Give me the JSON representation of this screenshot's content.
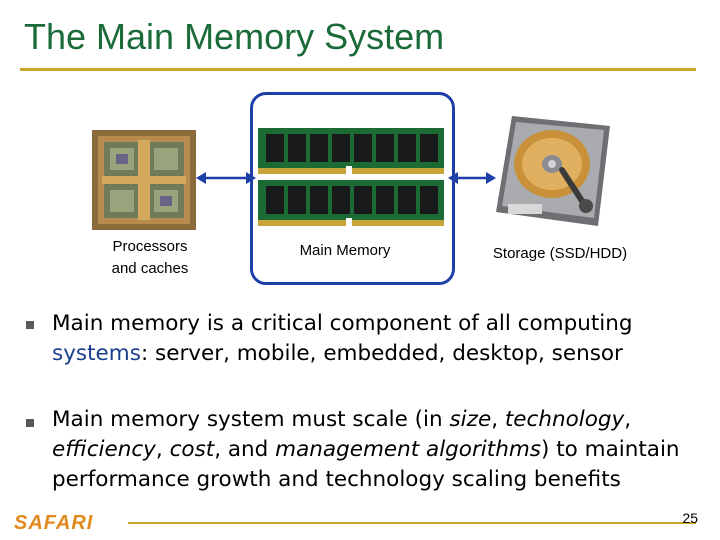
{
  "slide": {
    "title": "The Main Memory System",
    "page_number": "25",
    "logo_text": "SAFARI"
  },
  "diagram": {
    "processor_caption_line1": "Processors",
    "processor_caption_line2": "and caches",
    "memory_caption": "Main Memory",
    "storage_caption": "Storage (SSD/HDD)"
  },
  "bullets": [
    {
      "part1": "Main memory is a critical component of all computing",
      "part2_hl": "systems",
      "part3": ": server, mobile, embedded, desktop, sensor"
    },
    {
      "p1": "Main memory system must scale (in ",
      "i1": "size",
      "p2": ", ",
      "i2": "technology",
      "p3": ", ",
      "i3": "efficiency",
      "p4": ", ",
      "i4": "cost",
      "p5": ", and ",
      "i5": "management algorithms",
      "p6": ") to maintain",
      "p7": "performance growth and technology scaling benefits"
    }
  ],
  "colors": {
    "title": "#1b6b3a",
    "rule": "#c8a629",
    "box": "#1f3fa8",
    "logo": "#e08a1e"
  }
}
